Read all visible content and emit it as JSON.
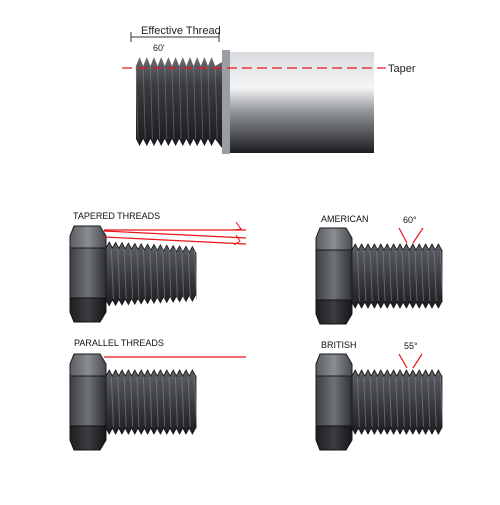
{
  "top_diagram": {
    "effective_thread_label": "Effective Thread",
    "angle_label": "60'",
    "taper_label": "Taper"
  },
  "panels": {
    "tapered": {
      "label": "TAPERED THREADS"
    },
    "parallel": {
      "label": "PARALLEL THREADS"
    },
    "american": {
      "label": "AMERICAN",
      "angle": "60°"
    },
    "british": {
      "label": "BRITISH",
      "angle": "55°"
    }
  },
  "colors": {
    "guide_line": "#e8151b",
    "metal_dark": "#2b2c30",
    "metal_light": "#c9cbce",
    "dimension_line": "#333333"
  }
}
